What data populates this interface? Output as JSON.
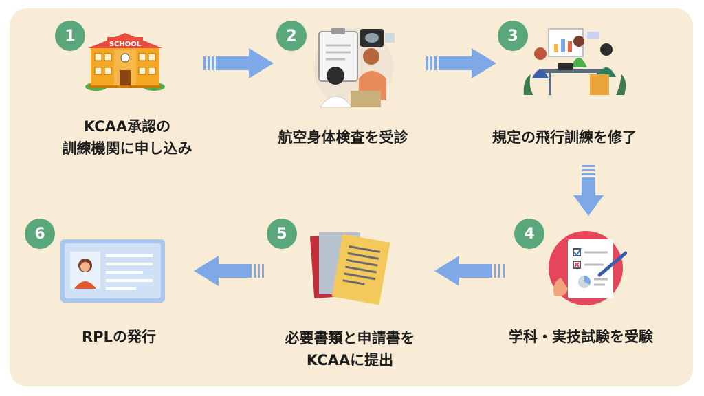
{
  "diagram": {
    "steps": [
      {
        "number": "1",
        "label_lines": [
          "KCAA承認の",
          "訓練機関に申し込み"
        ]
      },
      {
        "number": "2",
        "label_lines": [
          "航空身体検査を受診"
        ]
      },
      {
        "number": "3",
        "label_lines": [
          "規定の飛行訓練を修了"
        ]
      },
      {
        "number": "4",
        "label_lines": [
          "学科・実技試験を受験"
        ]
      },
      {
        "number": "5",
        "label_lines": [
          "必要書類と申請書を",
          "KCAAに提出"
        ]
      },
      {
        "number": "6",
        "label_lines": [
          "RPLの発行"
        ]
      }
    ],
    "school_sign": "SCHOOL"
  },
  "colors": {
    "panel": "#f8ecd7",
    "badge": "#5aa77b",
    "arrow": "#7fa9e6",
    "text": "#1d1d1d"
  }
}
